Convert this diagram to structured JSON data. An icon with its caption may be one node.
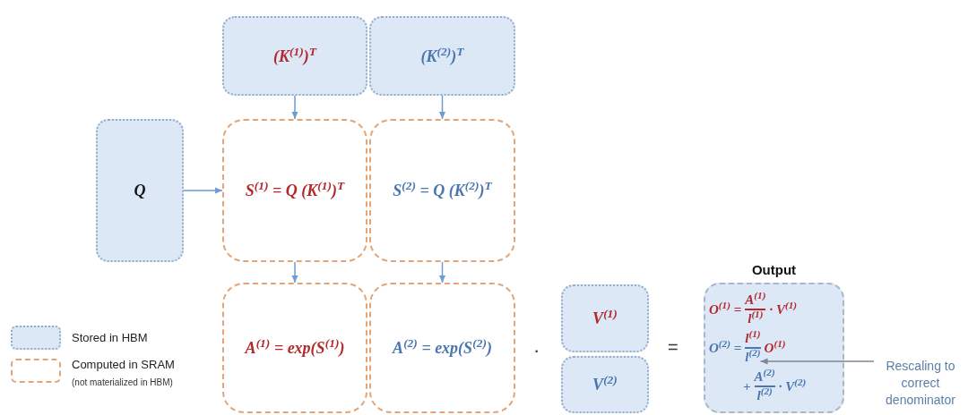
{
  "diagram": {
    "nodes": [
      {
        "text": [
          "(K$^{(1)}$)$^{T}$"
        ]
      },
      {
        "text": [
          "(K$^{(2)}$)$^{T}$"
        ]
      },
      {
        "text": [
          "Q"
        ]
      },
      {
        "text": [
          "S$^{(1)}$ = Q (K$^{(1)}$)$^{T}$"
        ]
      },
      {
        "text": [
          "S$^{(2)}$ = Q (K$^{(2)}$)$^{T}$"
        ]
      },
      {
        "text": [
          "A$^{(1)}$ = exp(S$^{(1)}$)"
        ]
      },
      {
        "text": [
          "A$^{(2)}$ = exp(S$^{(2)}$)"
        ]
      },
      {
        "text": [
          "V$^{(1)}$"
        ]
      },
      {
        "text": [
          "V$^{(2)}$"
        ]
      },
      {
        "text": [
          "Output",
          "O$^{(1)}$ =",
          "A$^{(1)}$",
          "l$^{(1)}$",
          "· V$^{(1)}$",
          "O$^{(2)}$ =",
          "l$^{(1)}$",
          "O$^{(1)}$",
          "+",
          "A$^{(2)}$",
          "l$^{(2)}$",
          "· V$^{(2)}$"
        ]
      },
      {
        "text": [
          "l$^{(2)}$"
        ],
        "in": 9
      },
      {
        "text": [
          "Rescaling to correct denominator"
        ]
      }
    ],
    "edges": [
      {
        "from": 0,
        "to": 3,
        "arrow": "to"
      },
      {
        "from": 1,
        "to": 4,
        "arrow": "to"
      },
      {
        "from": 2,
        "to": 3,
        "arrow": "to"
      },
      {
        "from": 3,
        "to": 5,
        "arrow": "to"
      },
      {
        "from": 4,
        "to": 6,
        "arrow": "to"
      },
      {
        "from": 11,
        "to": 10,
        "arrow": "to",
        "color": "#7d8894"
      }
    ],
    "labels": [
      "·",
      "=",
      "(not materialized in HBM)"
    ],
    "legend": [
      {
        "text": "Stored in HBM",
        "color": "#dce8f6"
      },
      {
        "text": "Computed in SRAM"
      }
    ]
  }
}
